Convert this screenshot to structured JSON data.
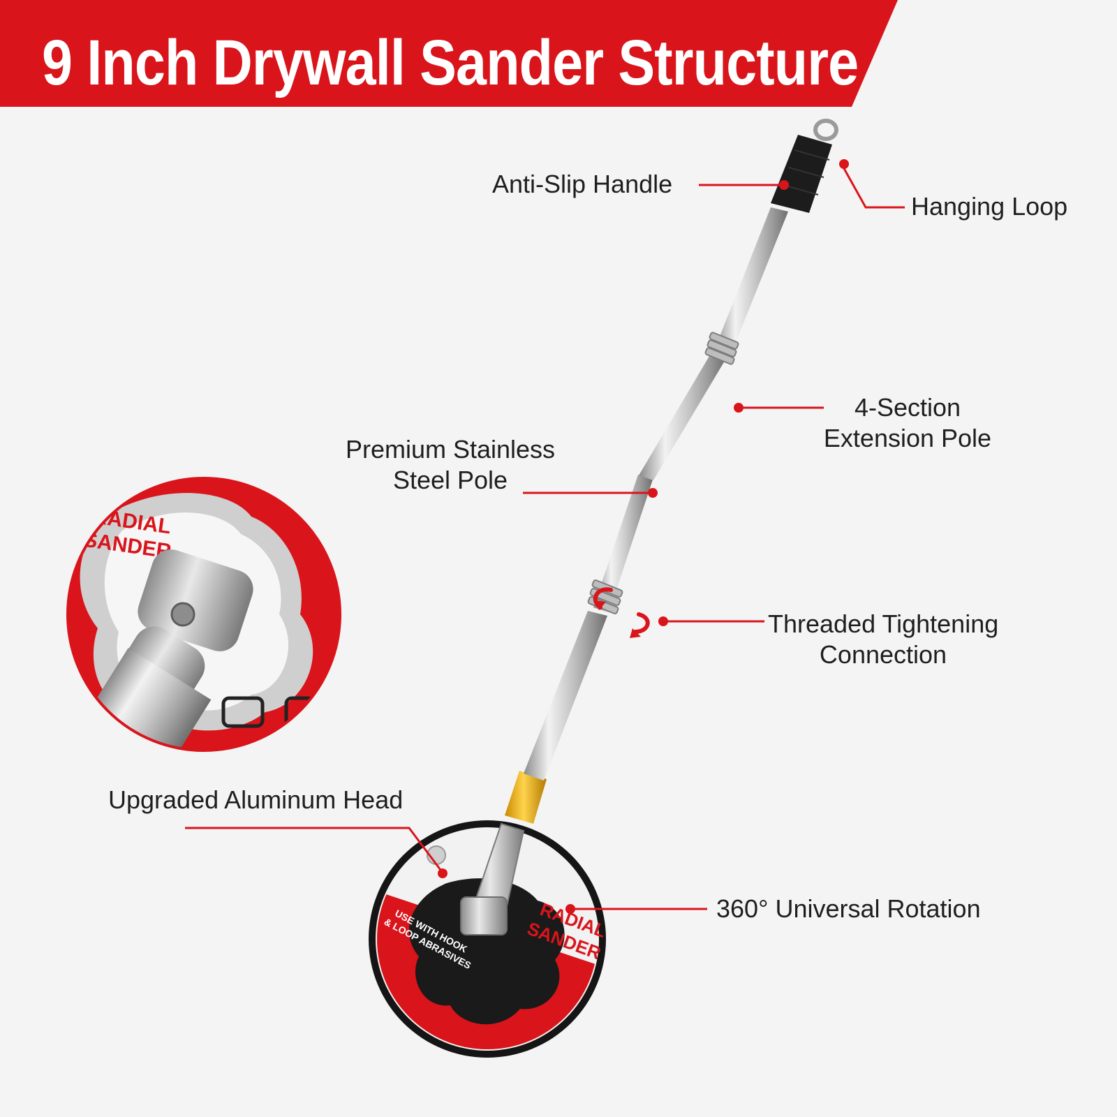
{
  "title": "9 Inch Drywall Sander Structure",
  "colors": {
    "accent": "#d9141b",
    "text": "#1e1e1e",
    "collar": "#f0b400",
    "background": "#f4f4f4"
  },
  "callouts": {
    "anti_slip_handle": "Anti-Slip Handle",
    "hanging_loop": "Hanging Loop",
    "extension_pole_line1": "4-Section",
    "extension_pole_line2": "Extension Pole",
    "steel_pole_line1": "Premium Stainless",
    "steel_pole_line2": "Steel Pole",
    "threaded_line1": "Threaded Tightening",
    "threaded_line2": "Connection",
    "aluminum_head": "Upgraded Aluminum Head",
    "rotation": "360° Universal Rotation"
  },
  "product_print": {
    "zoom_brand_line1": "RADIAL",
    "zoom_brand_line2": "SANDER",
    "pad_brand_line1": "RADIAL",
    "pad_brand_line2": "SANDER",
    "pad_usage_line1": "USE WITH HOOK",
    "pad_usage_line2": "& LOOP ABRASIVES"
  }
}
